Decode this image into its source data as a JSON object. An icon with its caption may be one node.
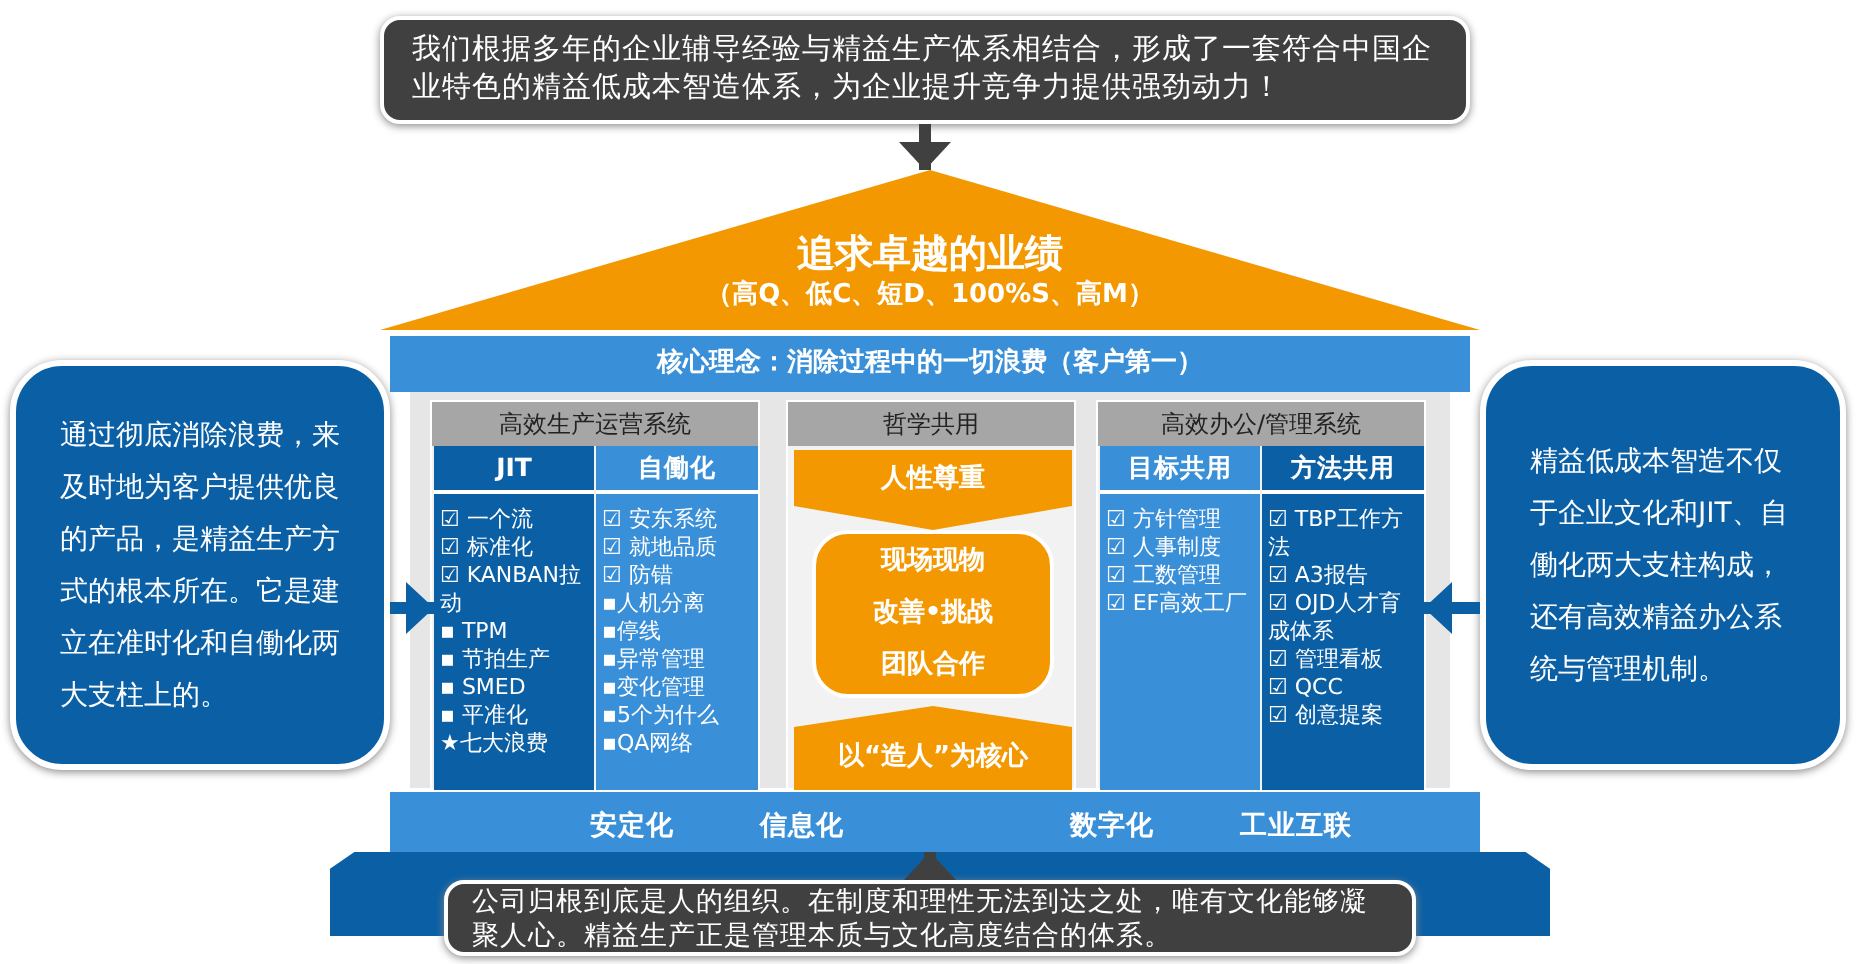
{
  "diagram": {
    "nodes": [
      {
        "text": [
          "我们根据多年的企业辅导经验与精益生产体系相结合，形成了一套符合中国企业特色的精益低成本智造体系，为企业提升竞争力提供强劲动力！"
        ]
      },
      {
        "text": [
          "追求卓越的业绩",
          "（高Q、低C、短D、100%S、高M）"
        ]
      },
      {
        "text": [
          "核心理念：消除过程中的一切浪费（客户第一）"
        ]
      },
      {
        "text": [
          "通过彻底消除浪费，来及时地为客户提供优良的产品，是精益生产方式的根本所在。它是建立在准时化和自働化两大支柱上的。"
        ]
      },
      {
        "text": [
          "高效生产运营系统"
        ]
      },
      {
        "text": [
          "JIT",
          "☑ 一个流",
          "☑ 标准化",
          "☑ KANBAN拉动",
          "▪ TPM",
          "▪ 节拍生产",
          "▪ SMED",
          "▪ 平准化",
          "★七大浪费"
        ],
        "in": 4
      },
      {
        "text": [
          "自働化",
          "☑ 安东系统",
          "☑ 就地品质",
          "☑ 防错",
          "▪人机分离",
          "▪停线",
          "▪异常管理",
          "▪变化管理",
          "▪5个为什么",
          "▪QA网络"
        ],
        "in": 4
      },
      {
        "text": [
          "哲学共用"
        ]
      },
      {
        "text": [
          "人性尊重"
        ],
        "in": 7
      },
      {
        "text": [
          "现场现物",
          "改善•挑战",
          "团队合作"
        ],
        "in": 7
      },
      {
        "text": [
          "以“造人”为核心"
        ],
        "in": 7
      },
      {
        "text": [
          "高效办公/管理系统"
        ]
      },
      {
        "text": [
          "目标共用",
          "☑ 方针管理",
          "☑ 人事制度",
          "☑ 工数管理",
          "☑ EF高效工厂"
        ],
        "in": 11
      },
      {
        "text": [
          "方法共用",
          "☑ TBP工作方法",
          "☑ A3报告",
          "☑ OJD人才育成体系",
          "☑ 管理看板",
          "☑ QCC",
          "☑ 创意提案"
        ],
        "in": 11
      },
      {
        "text": [
          "精益低成本智造不仅于企业文化和JIT、自働化两大支柱构成，还有高效精益办公系统与管理机制。"
        ]
      },
      {
        "text": [
          "安定化",
          "信息化",
          "数字化",
          "工业互联"
        ]
      },
      {
        "text": [
          "公司归根到底是人的组织。在制度和理性无法到达之处，唯有文化能够凝聚人心。精益生产正是管理本质与文化高度结合的体系。"
        ]
      }
    ],
    "edges": [
      {
        "from": 0,
        "to": 1,
        "arrow": "to"
      },
      {
        "from": 3,
        "to": 5,
        "arrow": "to",
        "color": "#0a5fa5"
      },
      {
        "from": 14,
        "to": 13,
        "arrow": "to",
        "color": "#0a5fa5"
      },
      {
        "from": 16,
        "to": 15,
        "arrow": "to"
      }
    ]
  }
}
